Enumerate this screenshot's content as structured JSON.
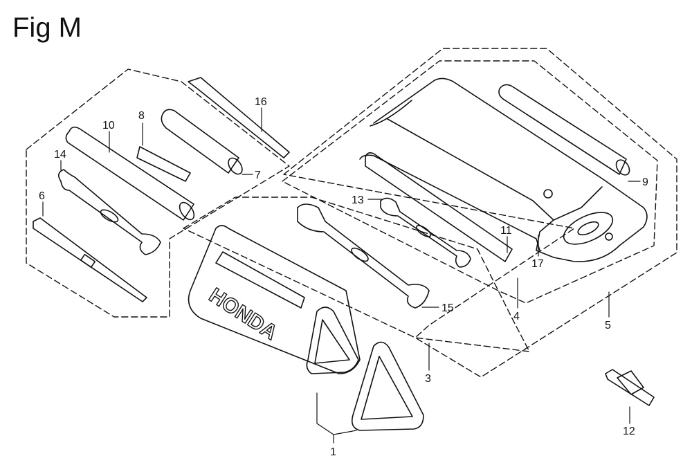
{
  "figure": {
    "title": "Fig M",
    "brand_text": "HONDA"
  },
  "callouts": [
    {
      "id": "c1",
      "label": "1"
    },
    {
      "id": "c3",
      "label": "3"
    },
    {
      "id": "c4",
      "label": "4"
    },
    {
      "id": "c5",
      "label": "5"
    },
    {
      "id": "c6",
      "label": "6"
    },
    {
      "id": "c7",
      "label": "7"
    },
    {
      "id": "c8",
      "label": "8"
    },
    {
      "id": "c9",
      "label": "9"
    },
    {
      "id": "c10",
      "label": "10"
    },
    {
      "id": "c11",
      "label": "11"
    },
    {
      "id": "c12",
      "label": "12"
    },
    {
      "id": "c13",
      "label": "13"
    },
    {
      "id": "c14",
      "label": "14"
    },
    {
      "id": "c15",
      "label": "15"
    },
    {
      "id": "c16",
      "label": "16"
    },
    {
      "id": "c17",
      "label": "17"
    }
  ],
  "colors": {
    "ink": "#111111",
    "paper": "#ffffff"
  }
}
